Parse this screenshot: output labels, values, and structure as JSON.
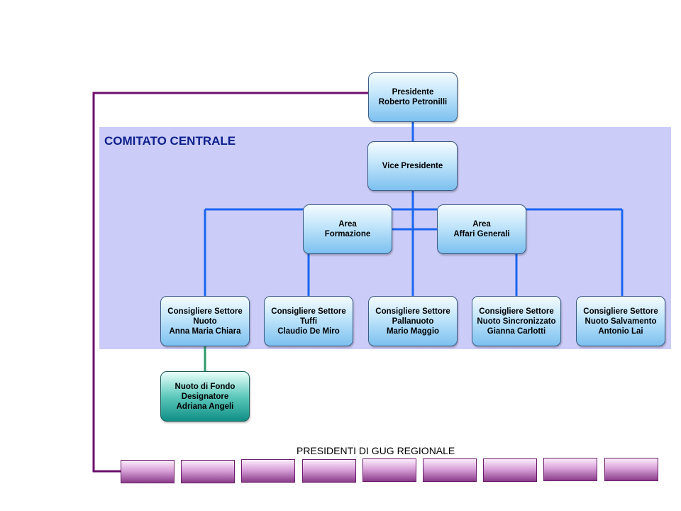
{
  "committee": {
    "title": "COMITATO CENTRALE"
  },
  "president": {
    "line1": "Presidente",
    "line2": "Roberto Petronilli"
  },
  "vice_president": {
    "line1": "Vice Presidente"
  },
  "area_formazione": {
    "line1": "Area",
    "line2": "Formazione"
  },
  "area_affari": {
    "line1": "Area",
    "line2": "Affari Generali"
  },
  "councillors": [
    {
      "line1": "Consigliere Settore",
      "line2": "Nuoto",
      "line3": "Anna Maria Chiara"
    },
    {
      "line1": "Consigliere Settore",
      "line2": "Tuffi",
      "line3": "Claudio De Miro"
    },
    {
      "line1": "Consigliere Settore",
      "line2": "Pallanuoto",
      "line3": "Mario Maggio"
    },
    {
      "line1": "Consigliere Settore",
      "line2": "Nuoto Sincronizzato",
      "line3": "Gianna Carlotti"
    },
    {
      "line1": "Consigliere Settore",
      "line2": "Nuoto Salvamento",
      "line3": "Antonio Lai"
    }
  ],
  "open_water": {
    "line1": "Nuoto di Fondo",
    "line2": "Designatore",
    "line3": "Adriana Angeli"
  },
  "regional": {
    "title": "PRESIDENTI DI GUG REGIONALE",
    "box_count": 9
  },
  "colors": {
    "connector_blue": "#1a66f0",
    "connector_purple": "#6e0f6e",
    "connector_green": "#2a9a6a",
    "committee_bg": "#ccccf8",
    "title_blue": "#0b1f8c"
  }
}
